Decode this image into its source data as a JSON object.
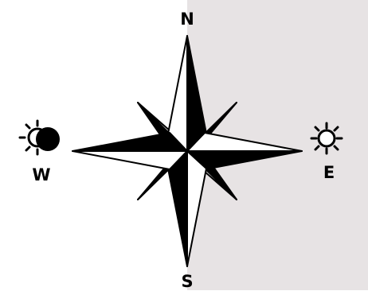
{
  "compass": {
    "north_label": "N",
    "south_label": "S",
    "west_label": "W",
    "east_label": "E"
  },
  "icons": {
    "west": "eclipse-icon",
    "east": "sun-icon"
  },
  "colors": {
    "shade": "#e7e3e4",
    "ink": "#000000",
    "paper": "#ffffff"
  }
}
